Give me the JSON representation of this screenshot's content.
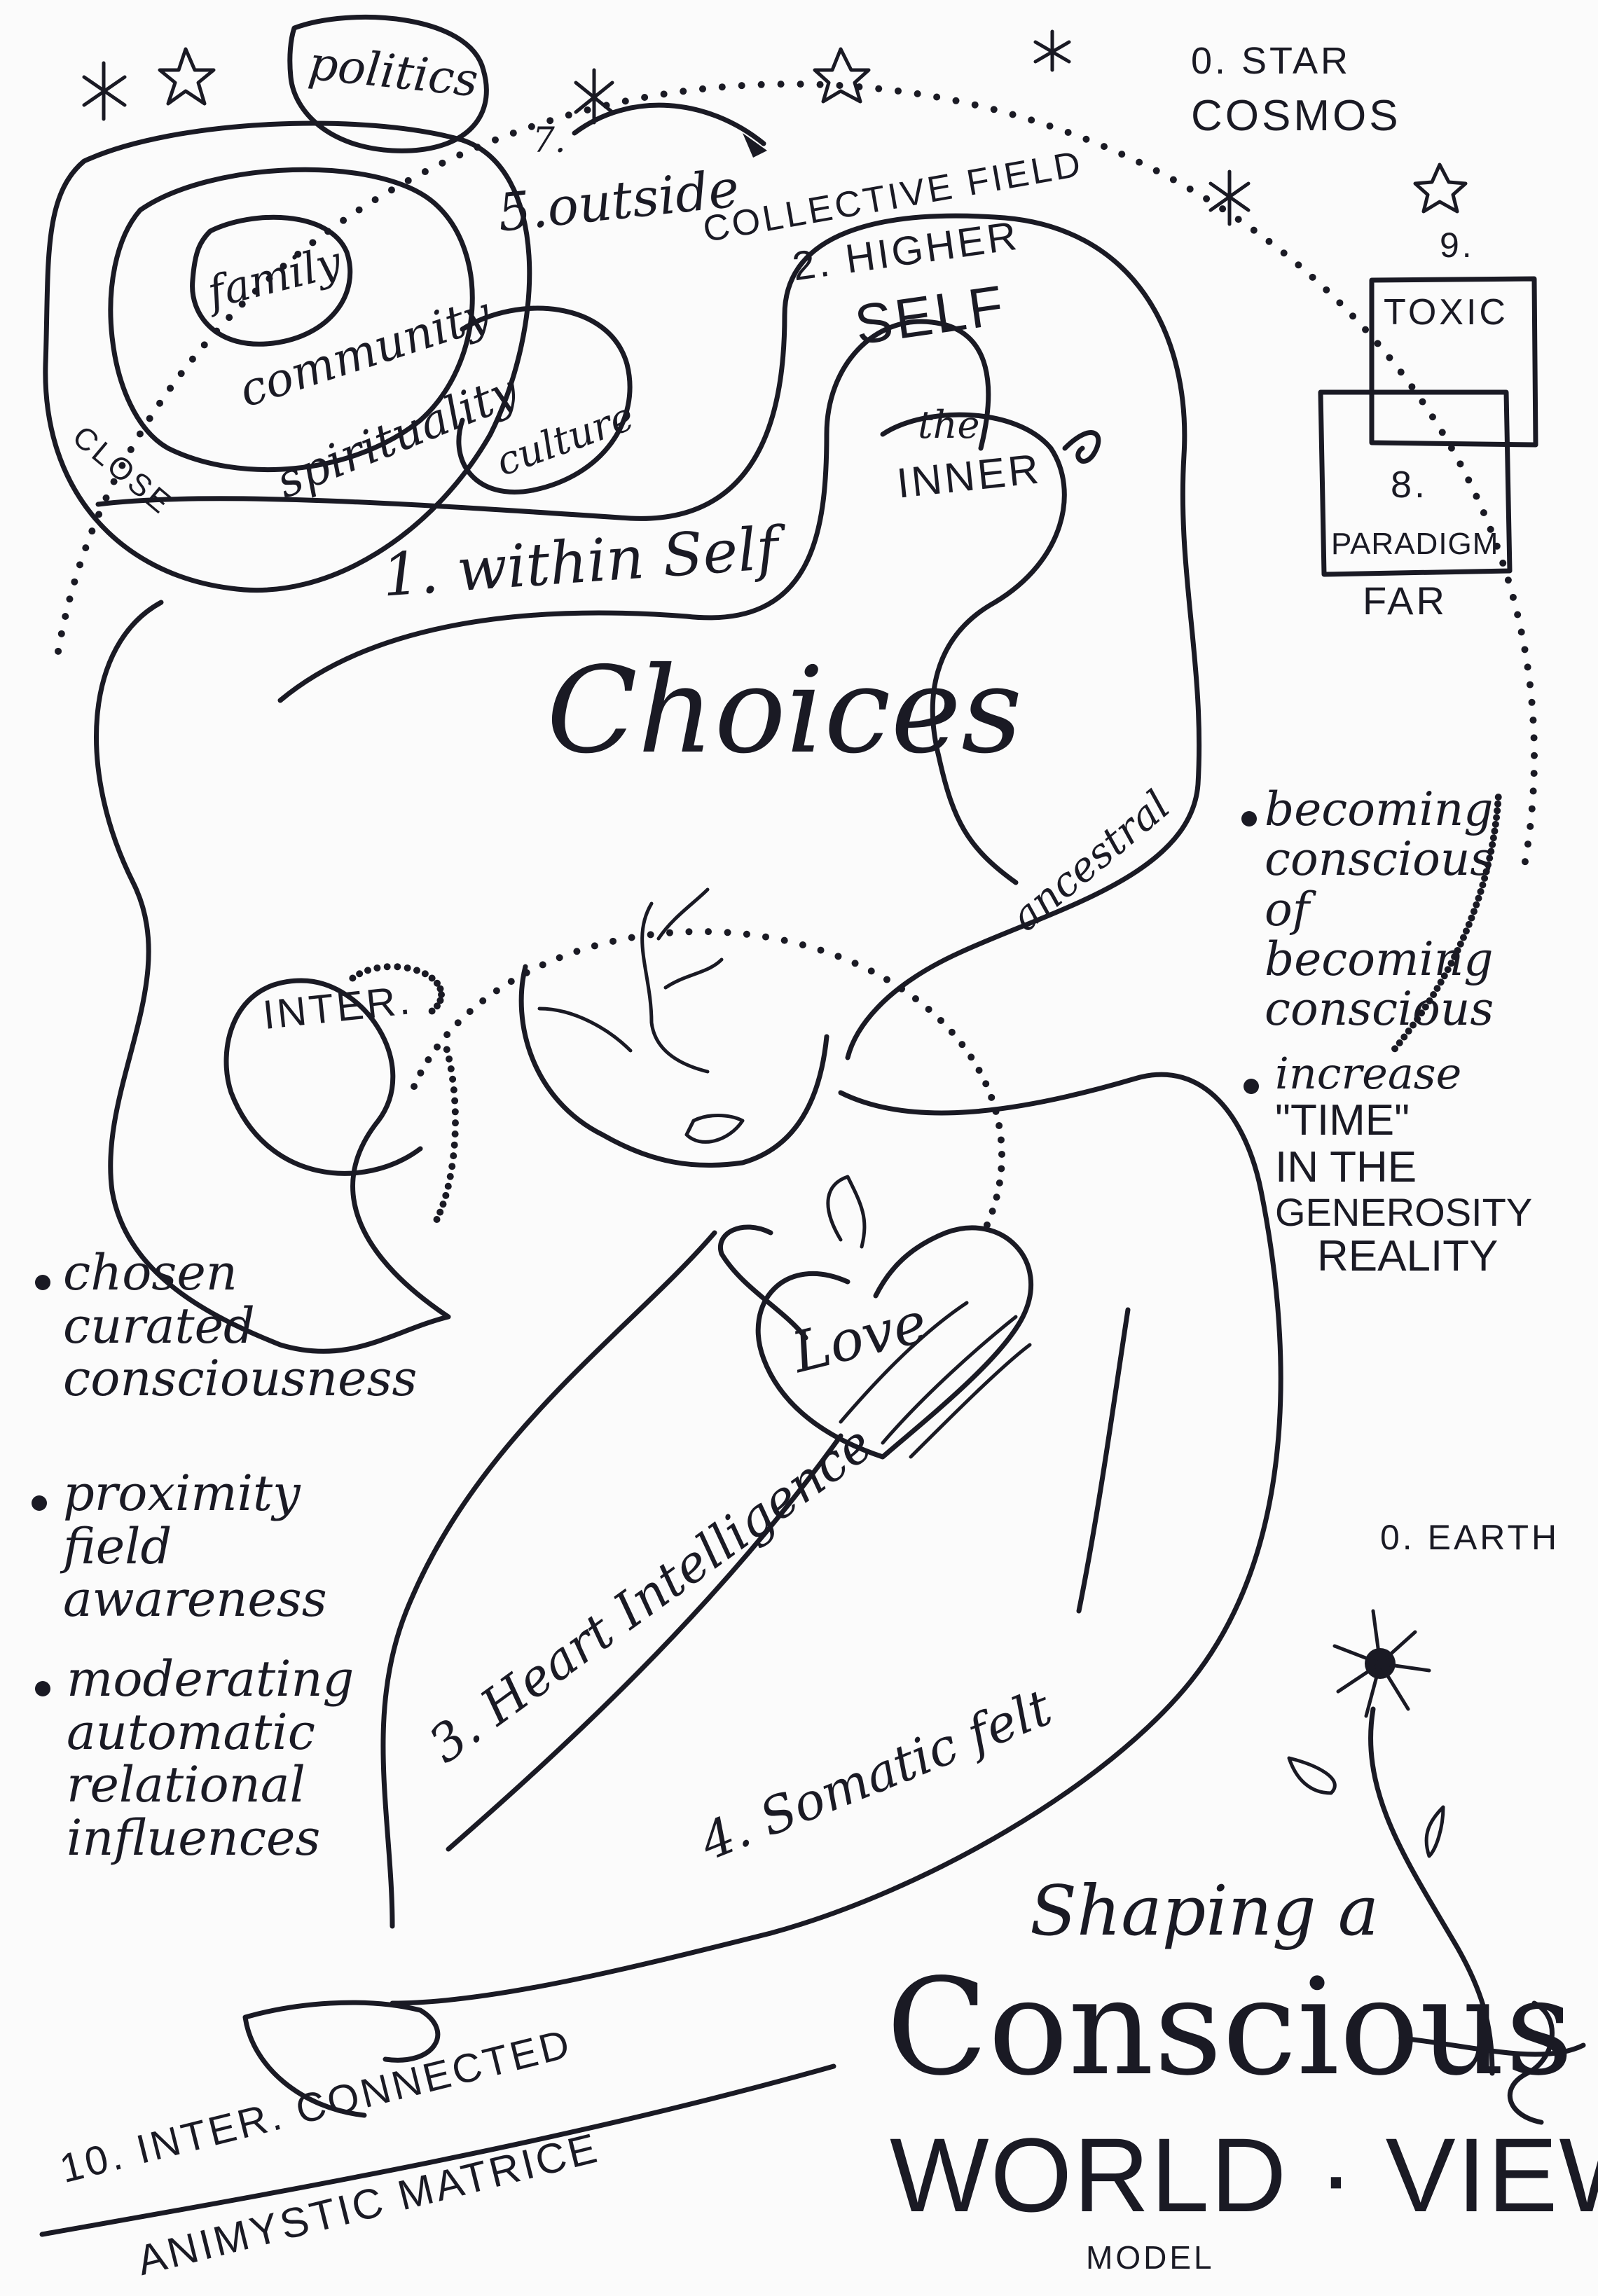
{
  "labels": {
    "politics": "politics",
    "family": "family",
    "community": "community",
    "spirituality": "spirituality",
    "culture": "culture",
    "close": "CLOSE",
    "seven": "7.",
    "outside": "5.outside",
    "collective_field": "COLLECTIVE FIELD",
    "higher_self_num": "2. HIGHER",
    "higher_self_word": "SELF",
    "star_cosmos_1": "0. STAR",
    "star_cosmos_2": "COSMOS",
    "nine": "9.",
    "toxic": "TOXIC",
    "eight": "8.",
    "paradigm": "PARADIGM",
    "far": "FAR",
    "the": "the",
    "inner": "INNER",
    "within_self": "1. within Self",
    "choices": "Choices",
    "ancestral": "ancestral",
    "inter": "INTER.",
    "love": "Love",
    "heart_intelligence": "3. Heart Intelligence",
    "somatic_felt": "4. Somatic felt",
    "earth": "0. EARTH",
    "interconnected": "10. INTER. CONNECTED",
    "animystic": "ANIMYSTIC MATRICE"
  },
  "notes_right": {
    "b1": [
      "becoming",
      "conscious",
      "of",
      "becoming",
      "conscious"
    ],
    "b2": [
      "increase",
      "\"TIME\"",
      "IN THE",
      "GENEROSITY",
      "REALITY"
    ]
  },
  "notes_left": {
    "b1": [
      "chosen",
      "curated",
      "consciousness"
    ],
    "b2": [
      "proximity",
      "field",
      "awareness"
    ],
    "b3": [
      "moderating",
      "automatic",
      "relational",
      "influences"
    ]
  },
  "title": {
    "line1": "Shaping a",
    "line2": "Conscious",
    "line3": "WORLD · VIEW",
    "line4": "MODEL"
  },
  "colors": {
    "ink": "#1a1a24",
    "paper": "#fbfbfb"
  }
}
